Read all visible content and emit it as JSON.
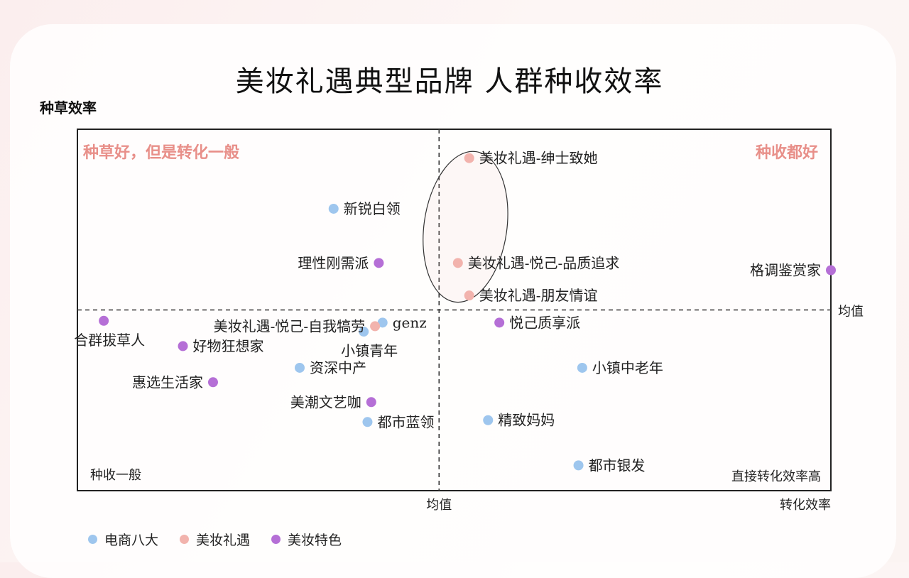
{
  "title": "美妆礼遇典型品牌 人群种收效率",
  "chart_data": {
    "type": "scatter",
    "title": "美妆礼遇典型品牌 人群种收效率",
    "xlabel": "转化效率",
    "ylabel": "种草效率",
    "x_mid_label": "均值",
    "y_mid_label": "均值",
    "xlim": [
      0,
      100
    ],
    "ylim": [
      0,
      100
    ],
    "x_mean": 48,
    "y_mean": 50,
    "grid": false,
    "legend_position": "bottom-left",
    "quadrant_labels": {
      "top_left": "种草好，但是转化一般",
      "top_right": "种收都好",
      "bottom_left": "种收一般",
      "bottom_right": "直接转化效率高"
    },
    "series": [
      {
        "name": "电商八大",
        "color": "#9ec6ee",
        "points": [
          {
            "label": "新锐白领",
            "x": 34,
            "y": 78,
            "anchor": "right"
          },
          {
            "label": "genz",
            "x": 40.5,
            "y": 46.5,
            "anchor": "right"
          },
          {
            "label": "小镇青年",
            "x": 38,
            "y": 44,
            "anchor": "below"
          },
          {
            "label": "资深中产",
            "x": 29.5,
            "y": 34,
            "anchor": "right"
          },
          {
            "label": "都市蓝领",
            "x": 38.5,
            "y": 19,
            "anchor": "right"
          },
          {
            "label": "精致妈妈",
            "x": 54.5,
            "y": 19.5,
            "anchor": "right"
          },
          {
            "label": "小镇中老年",
            "x": 67,
            "y": 34,
            "anchor": "right"
          },
          {
            "label": "都市银发",
            "x": 66.5,
            "y": 7,
            "anchor": "right"
          }
        ]
      },
      {
        "name": "美妆礼遇",
        "color": "#f2b3ad",
        "points": [
          {
            "label": "美妆礼遇-绅士致她",
            "x": 52,
            "y": 92,
            "anchor": "right"
          },
          {
            "label": "美妆礼遇-悦己-品质追求",
            "x": 50.5,
            "y": 63,
            "anchor": "right"
          },
          {
            "label": "美妆礼遇-朋友情谊",
            "x": 52,
            "y": 54,
            "anchor": "right"
          },
          {
            "label": "美妆礼遇-悦己-自我犒劳",
            "x": 39.5,
            "y": 45.5,
            "anchor": "left"
          }
        ]
      },
      {
        "name": "美妆特色",
        "color": "#b56fd6",
        "points": [
          {
            "label": "理性刚需派",
            "x": 40,
            "y": 63,
            "anchor": "left"
          },
          {
            "label": "格调鉴赏家",
            "x": 100,
            "y": 61,
            "anchor": "left"
          },
          {
            "label": "合群拔草人",
            "x": 3.5,
            "y": 47,
            "anchor": "below"
          },
          {
            "label": "悦己质享派",
            "x": 56,
            "y": 46.5,
            "anchor": "right"
          },
          {
            "label": "好物狂想家",
            "x": 14,
            "y": 40,
            "anchor": "right"
          },
          {
            "label": "惠选生活家",
            "x": 18,
            "y": 30,
            "anchor": "left"
          },
          {
            "label": "美潮文艺咖",
            "x": 39,
            "y": 24.5,
            "anchor": "left"
          }
        ]
      }
    ],
    "annotations": [
      {
        "type": "ellipse",
        "note": "highlight 美妆礼遇 cluster",
        "cx": 51.5,
        "cy": 73,
        "rx": 5.5,
        "ry": 21,
        "rotate": 8
      }
    ]
  }
}
